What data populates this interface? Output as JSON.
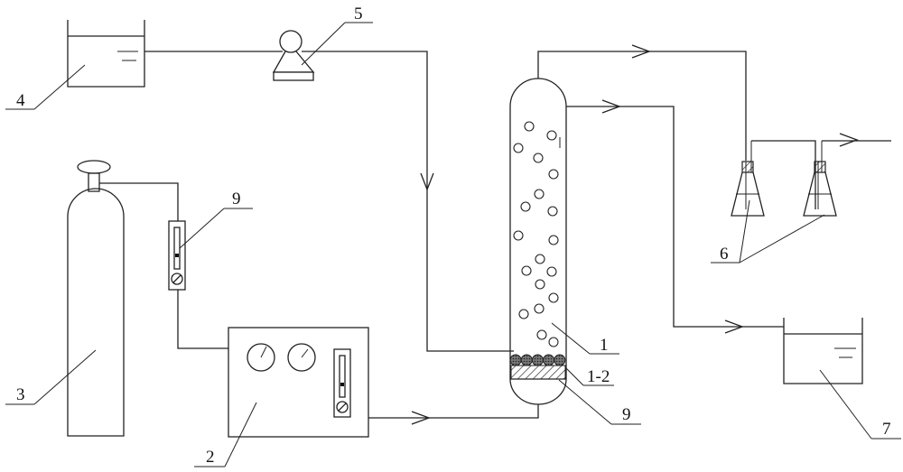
{
  "diagram": {
    "type": "process-flow-schematic",
    "labels": {
      "reactor": "1",
      "packing_layer": "1-2",
      "controller": "2",
      "gas_cylinder": "3",
      "feed_tank": "4",
      "pump": "5",
      "absorption_bottles": "6",
      "collection_tank": "7",
      "flowmeter_line": "9",
      "distributor": "9"
    },
    "components": [
      {
        "id": "1",
        "name": "reactor column with bubbles"
      },
      {
        "id": "1-2",
        "name": "packing / catalyst layer"
      },
      {
        "id": "2",
        "name": "gas control unit with two gauges and flowmeter"
      },
      {
        "id": "3",
        "name": "gas cylinder"
      },
      {
        "id": "4",
        "name": "feed liquid tank"
      },
      {
        "id": "5",
        "name": "pump"
      },
      {
        "id": "6",
        "name": "gas absorption bottles (x2)"
      },
      {
        "id": "7",
        "name": "effluent collection tank"
      },
      {
        "id": "9",
        "name": "flowmeter / gas distributor"
      }
    ],
    "connections": [
      {
        "from": "4",
        "to": "5"
      },
      {
        "from": "5",
        "to": "1",
        "direction": "down then into reactor side"
      },
      {
        "from": "3",
        "to": "9"
      },
      {
        "from": "9",
        "to": "2"
      },
      {
        "from": "2",
        "to": "1",
        "direction": "into reactor bottom"
      },
      {
        "from": "1",
        "to": "6",
        "direction": "top outlet"
      },
      {
        "from": "1",
        "to": "7",
        "direction": "upper side outlet"
      },
      {
        "from": "6",
        "to": "vent"
      }
    ]
  }
}
